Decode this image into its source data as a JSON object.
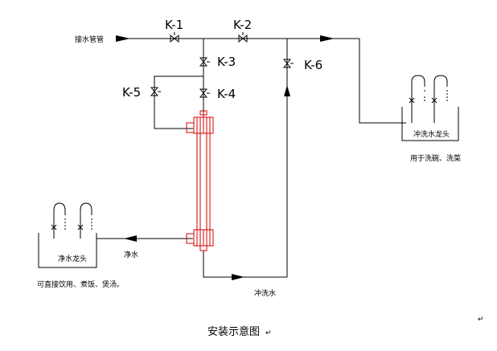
{
  "valves": {
    "k1": "K-1",
    "k2": "K-2",
    "k3": "K-3",
    "k4": "K-4",
    "k5": "K-5",
    "k6": "K-6"
  },
  "labels": {
    "inlet": "接水管管",
    "outlet_clean": "冲洗水龙头",
    "outlet_clean_use": "用于洗碗、洗菜",
    "pure_water": "净水",
    "pure_faucet": "净水龙头",
    "pure_use": "可直接饮用、煮饭、煲汤。",
    "flush_water": "冲洗水"
  },
  "caption": "安装示意图",
  "colors": {
    "line": "#000000",
    "membrane": "#d40000"
  }
}
